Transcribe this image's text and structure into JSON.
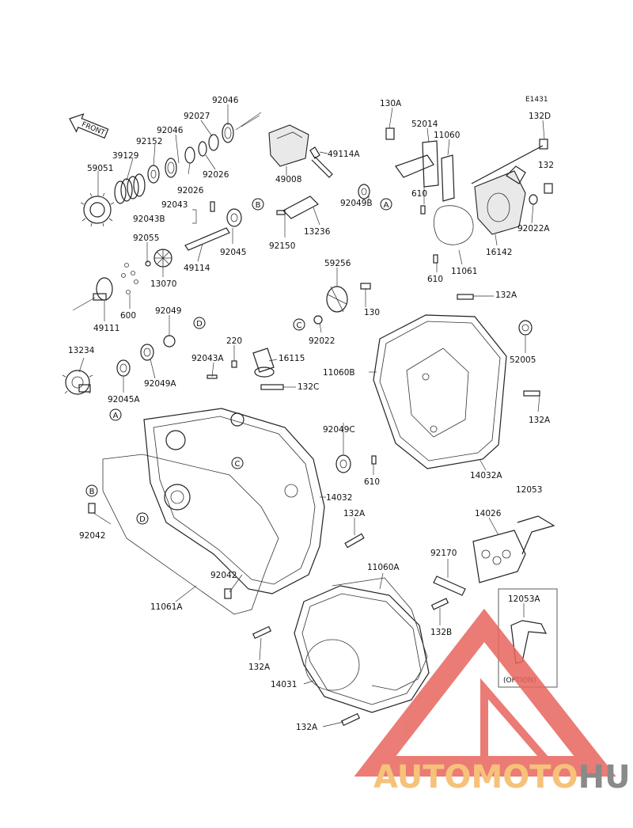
{
  "diagram_code": "E1431",
  "front_label": "FRONT",
  "option_label": "(OPTION)",
  "watermark": {
    "part1": "AUTOMOTO",
    "part2": "HUB",
    "color1": "#f6c27a",
    "color2": "#8a8a8a",
    "logo_color": "#e8655e"
  },
  "part_labels": [
    {
      "id": "p92046a",
      "text": "92046"
    },
    {
      "id": "p92027",
      "text": "92027"
    },
    {
      "id": "p92046b",
      "text": "92046"
    },
    {
      "id": "p92152",
      "text": "92152"
    },
    {
      "id": "p39129",
      "text": "39129"
    },
    {
      "id": "p59051",
      "text": "59051"
    },
    {
      "id": "p92026a",
      "text": "92026"
    },
    {
      "id": "p92026b",
      "text": "92026"
    },
    {
      "id": "p92043",
      "text": "92043"
    },
    {
      "id": "p92043B",
      "text": "92043B"
    },
    {
      "id": "p49008",
      "text": "49008"
    },
    {
      "id": "p49114A",
      "text": "49114A"
    },
    {
      "id": "p92045",
      "text": "92045"
    },
    {
      "id": "p92150",
      "text": "92150"
    },
    {
      "id": "p13236",
      "text": "13236"
    },
    {
      "id": "p92049B",
      "text": "92049B"
    },
    {
      "id": "p92055",
      "text": "92055"
    },
    {
      "id": "p49114",
      "text": "49114"
    },
    {
      "id": "p13070",
      "text": "13070"
    },
    {
      "id": "p600",
      "text": "600"
    },
    {
      "id": "p49111",
      "text": "49111"
    },
    {
      "id": "p92049",
      "text": "92049"
    },
    {
      "id": "p13234",
      "text": "13234"
    },
    {
      "id": "p92049A",
      "text": "92049A"
    },
    {
      "id": "p92045A",
      "text": "92045A"
    },
    {
      "id": "p220",
      "text": "220"
    },
    {
      "id": "p92043A",
      "text": "92043A"
    },
    {
      "id": "p16115",
      "text": "16115"
    },
    {
      "id": "p132C",
      "text": "132C"
    },
    {
      "id": "p59256",
      "text": "59256"
    },
    {
      "id": "p130",
      "text": "130"
    },
    {
      "id": "p92022",
      "text": "92022"
    },
    {
      "id": "p130A",
      "text": "130A"
    },
    {
      "id": "p52014",
      "text": "52014"
    },
    {
      "id": "p11060",
      "text": "11060"
    },
    {
      "id": "p132D",
      "text": "132D"
    },
    {
      "id": "p132",
      "text": "132"
    },
    {
      "id": "p610a",
      "text": "610"
    },
    {
      "id": "p92022A",
      "text": "92022A"
    },
    {
      "id": "p16142",
      "text": "16142"
    },
    {
      "id": "p610b",
      "text": "610"
    },
    {
      "id": "p11061",
      "text": "11061"
    },
    {
      "id": "p132Aa",
      "text": "132A"
    },
    {
      "id": "p52005",
      "text": "52005"
    },
    {
      "id": "p11060B",
      "text": "11060B"
    },
    {
      "id": "p132Ab",
      "text": "132A"
    },
    {
      "id": "p92049C",
      "text": "92049C"
    },
    {
      "id": "p610c",
      "text": "610"
    },
    {
      "id": "p14032A",
      "text": "14032A"
    },
    {
      "id": "p12053",
      "text": "12053"
    },
    {
      "id": "p14032",
      "text": "14032"
    },
    {
      "id": "p92042a",
      "text": "92042"
    },
    {
      "id": "p132Ac",
      "text": "132A"
    },
    {
      "id": "p14026",
      "text": "14026"
    },
    {
      "id": "p92170",
      "text": "92170"
    },
    {
      "id": "p92042b",
      "text": "92042"
    },
    {
      "id": "p11060A",
      "text": "11060A"
    },
    {
      "id": "p12053A",
      "text": "12053A"
    },
    {
      "id": "p132B",
      "text": "132B"
    },
    {
      "id": "p11061A",
      "text": "11061A"
    },
    {
      "id": "p132Ad",
      "text": "132A"
    },
    {
      "id": "p14031",
      "text": "14031"
    },
    {
      "id": "p132Ae",
      "text": "132A"
    }
  ],
  "ref_markers": [
    {
      "id": "refB1",
      "text": "B"
    },
    {
      "id": "refA1",
      "text": "A"
    },
    {
      "id": "refD1",
      "text": "D"
    },
    {
      "id": "refC1",
      "text": "C"
    },
    {
      "id": "refA2",
      "text": "A"
    },
    {
      "id": "refC2",
      "text": "C"
    },
    {
      "id": "refB2",
      "text": "B"
    },
    {
      "id": "refD2",
      "text": "D"
    }
  ]
}
